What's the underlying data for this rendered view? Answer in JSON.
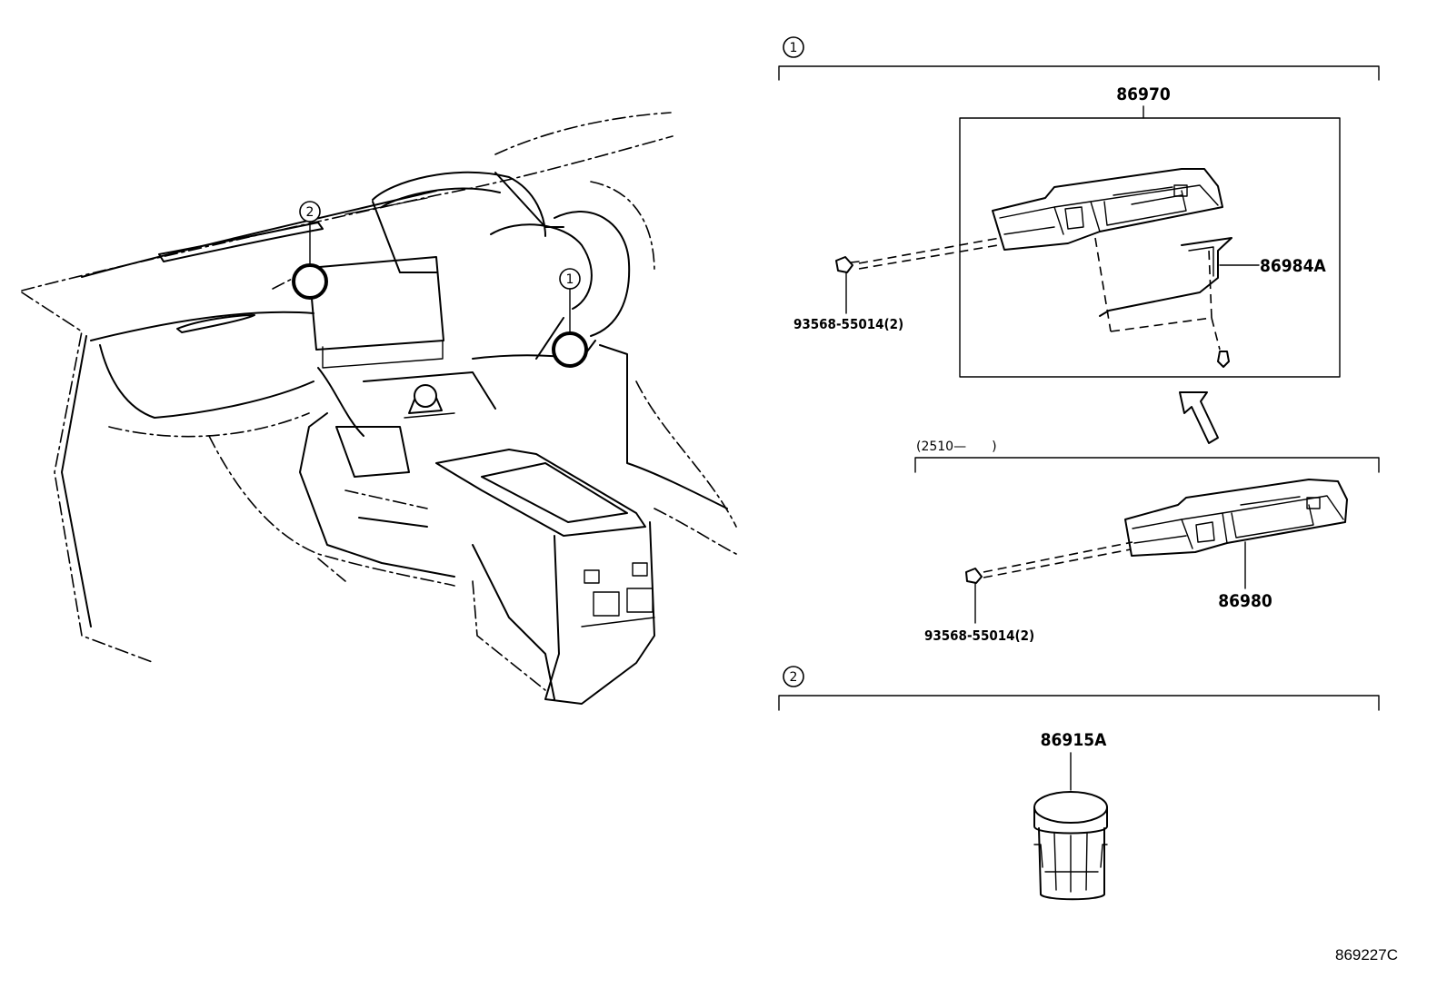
{
  "diagram": {
    "callouts": {
      "one": "1",
      "two": "2"
    },
    "parts": {
      "module_assembly": "86970",
      "bracket": "86984A",
      "screw_upper": "93568-55014(2)",
      "module_later": "86980",
      "screw_lower": "93568-55014(2)",
      "usb_port": "86915A"
    },
    "effective_date_label": "(2510—　　)",
    "illustration_code": "869227C"
  }
}
